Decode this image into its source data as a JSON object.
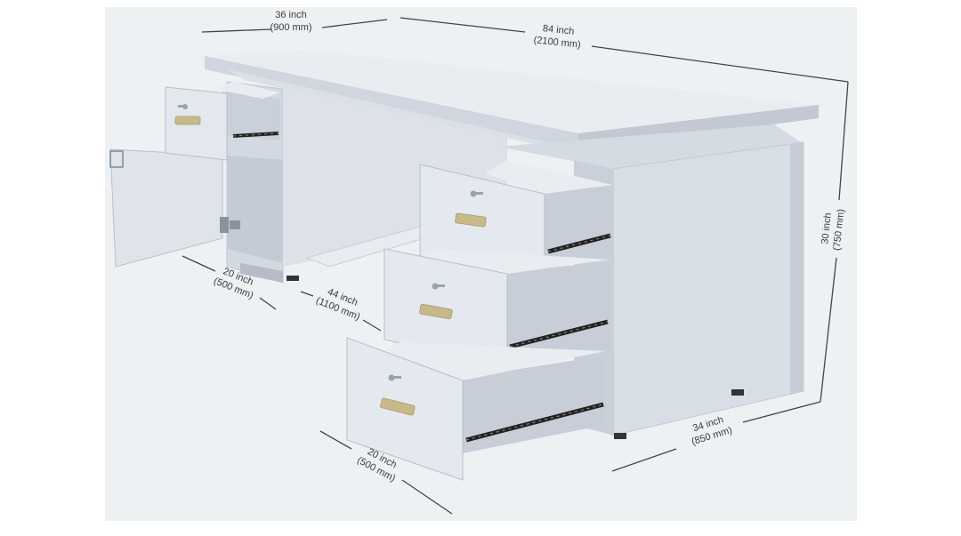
{
  "colors": {
    "backdrop": "#eceff1",
    "desk_light": "#e5eaf0",
    "desk_mid": "#d3d9e2",
    "desk_dark": "#b5bcc7",
    "handle": "#c8b98a",
    "rail": "#222222",
    "line": "#444444"
  },
  "icons": {
    "handle": "brass-bar-handle",
    "lock": "key-lock-icon",
    "hinge": "cabinet-hinge-icon"
  },
  "dimensions": {
    "top_depth": {
      "inch": "36 inch",
      "mm": "(900 mm)"
    },
    "top_width": {
      "inch": "84 inch",
      "mm": "(2100 mm)"
    },
    "height": {
      "inch": "30 inch",
      "mm": "(750 mm)"
    },
    "left_depth": {
      "inch": "20 inch",
      "mm": "(500 mm)"
    },
    "middle_gap": {
      "inch": "44 inch",
      "mm": "(1100 mm)"
    },
    "drawer_depth": {
      "inch": "20 inch",
      "mm": "(500 mm)"
    },
    "pedestal_depth": {
      "inch": "34 inch",
      "mm": "(850 mm)"
    }
  }
}
